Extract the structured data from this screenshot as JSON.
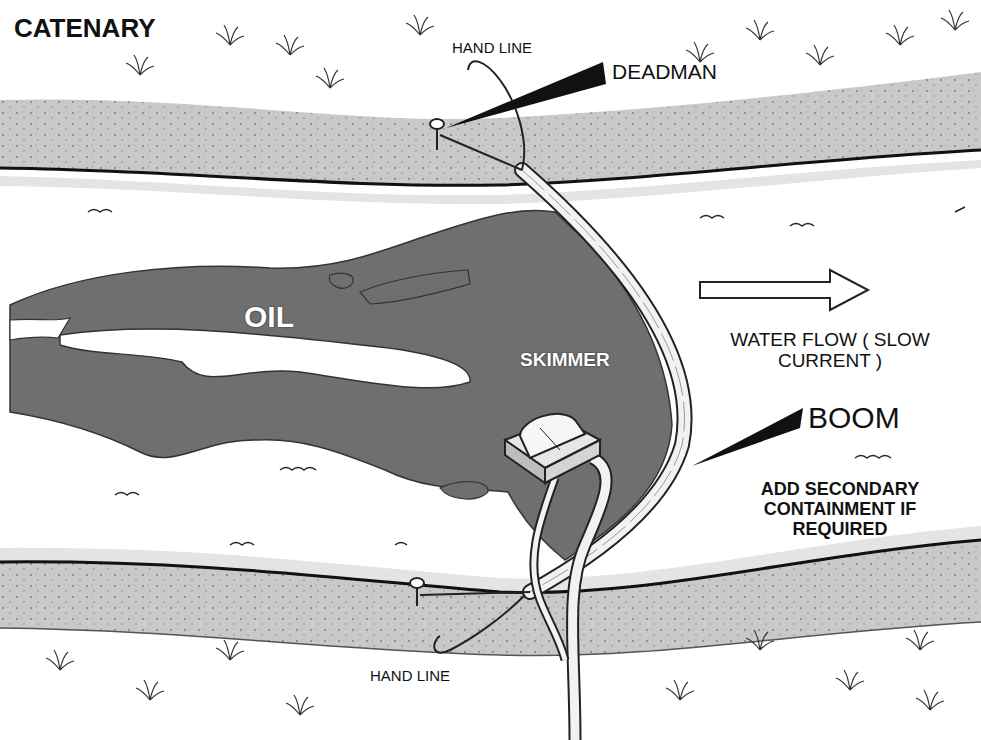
{
  "diagram": {
    "title": "CATENARY",
    "labels": [
      "HAND LINE",
      "DEADMAN",
      "OIL",
      "SKIMMER",
      "WATER FLOW ( SLOW CURRENT )",
      "BOOM",
      "ADD SECONDARY CONTAINMENT IF REQUIRED",
      "HAND LINE"
    ]
  }
}
